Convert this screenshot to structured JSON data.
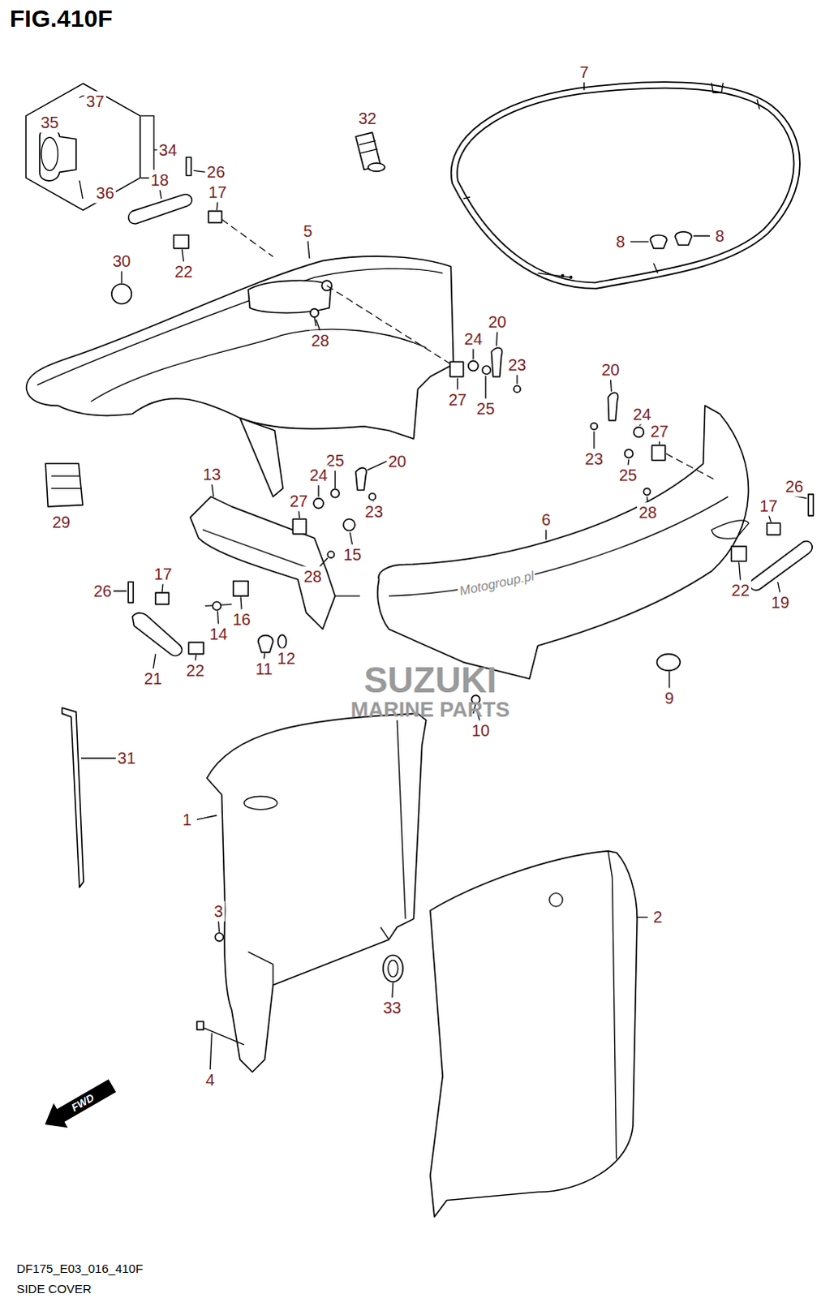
{
  "diagram": {
    "title": "FIG.410F",
    "nodes": [
      {
        "text": [
          "37",
          "35",
          "36"
        ]
      }
    ],
    "labels": [
      "34",
      "26",
      "18",
      "17",
      "32",
      "7",
      "30",
      "22",
      "5",
      "8",
      "8",
      "28",
      "20",
      "24",
      "23",
      "27",
      "25",
      "20",
      "24",
      "27",
      "23",
      "25",
      "28",
      "29",
      "13",
      "25",
      "20",
      "24",
      "27",
      "23",
      "26",
      "17",
      "15",
      "28",
      "6",
      "17",
      "26",
      "16",
      "14",
      "22",
      "19",
      "11",
      "12",
      "21",
      "22",
      "9",
      "10",
      "31",
      "1",
      "3",
      "2",
      "33",
      "4",
      "FWD",
      "SUZUKI",
      "MARINE PARTS",
      "Motogroup.pl",
      "DF175_E03_016_410F",
      "SIDE COVER"
    ]
  }
}
